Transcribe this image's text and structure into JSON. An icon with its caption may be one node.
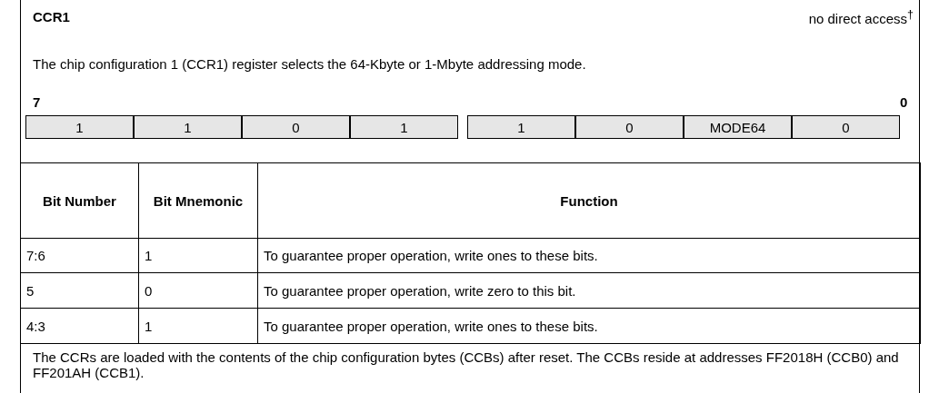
{
  "diagram": {
    "title": "CCR1",
    "labels": [
      "no direct access$^{†}$",
      "The chip configuration 1 (CCR1) register selects the 64-Kbyte or 1-Mbyte addressing mode.",
      "7",
      "0",
      "1",
      "1",
      "0",
      "1",
      "1",
      "0",
      "MODE64",
      "0",
      "Bit Number",
      "Bit Mnemonic",
      "Function",
      "7:6",
      "1",
      "To guarantee proper operation, write ones to these bits.",
      "5",
      "0",
      "To guarantee proper operation, write zero to this bit.",
      "4:3",
      "1",
      "To guarantee proper operation, write ones to these bits.",
      "The CCRs are loaded with the contents of the chip configuration bytes (CCBs) after reset. The CCBs reside at addresses FF2018H (CCB0) and FF201AH (CCB1)."
    ]
  }
}
